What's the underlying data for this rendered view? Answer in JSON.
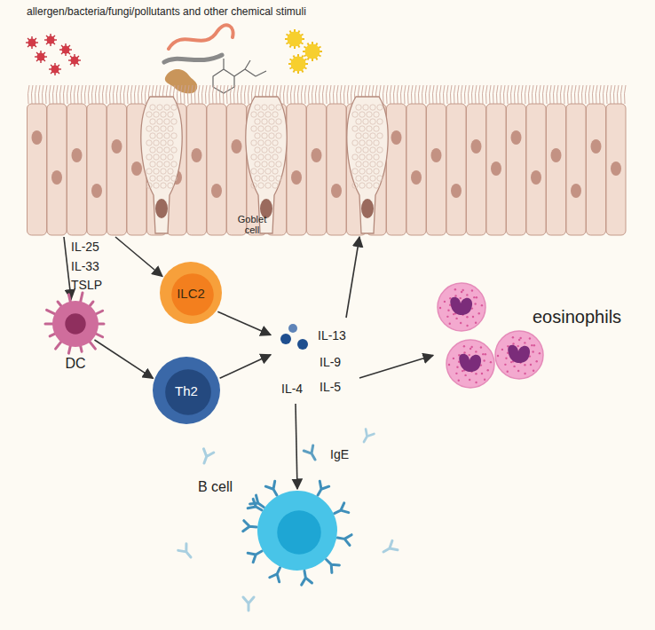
{
  "diagram": {
    "nodes": [
      {
        "text": [
          "Goblet cell"
        ]
      },
      {
        "text": [
          "DC"
        ]
      },
      {
        "text": [
          "ILC2"
        ]
      },
      {
        "text": [
          "Th2"
        ]
      },
      {
        "text": [
          "IL-13",
          "IL-9",
          "IL-5",
          "IL-4"
        ]
      },
      {
        "text": [
          "eosinophils"
        ]
      },
      {
        "text": [
          "B cell"
        ]
      }
    ],
    "edges": [
      {
        "from": 0,
        "to": 1,
        "arrow": "to"
      },
      {
        "from": 0,
        "to": 2,
        "arrow": "to"
      },
      {
        "from": 1,
        "to": 3,
        "arrow": "to"
      },
      {
        "from": 2,
        "to": 4,
        "arrow": "to"
      },
      {
        "from": 3,
        "to": 4,
        "arrow": "to"
      },
      {
        "from": 4,
        "to": 0,
        "arrow": "to"
      },
      {
        "from": 4,
        "to": 5,
        "arrow": "to"
      },
      {
        "from": 4,
        "to": 6,
        "arrow": "to"
      }
    ],
    "labels": [
      "allergen/bacteria/fungi/pollutants and other chemical stimuli",
      "IL-25 IL-33 TSLP",
      "IgE"
    ]
  }
}
